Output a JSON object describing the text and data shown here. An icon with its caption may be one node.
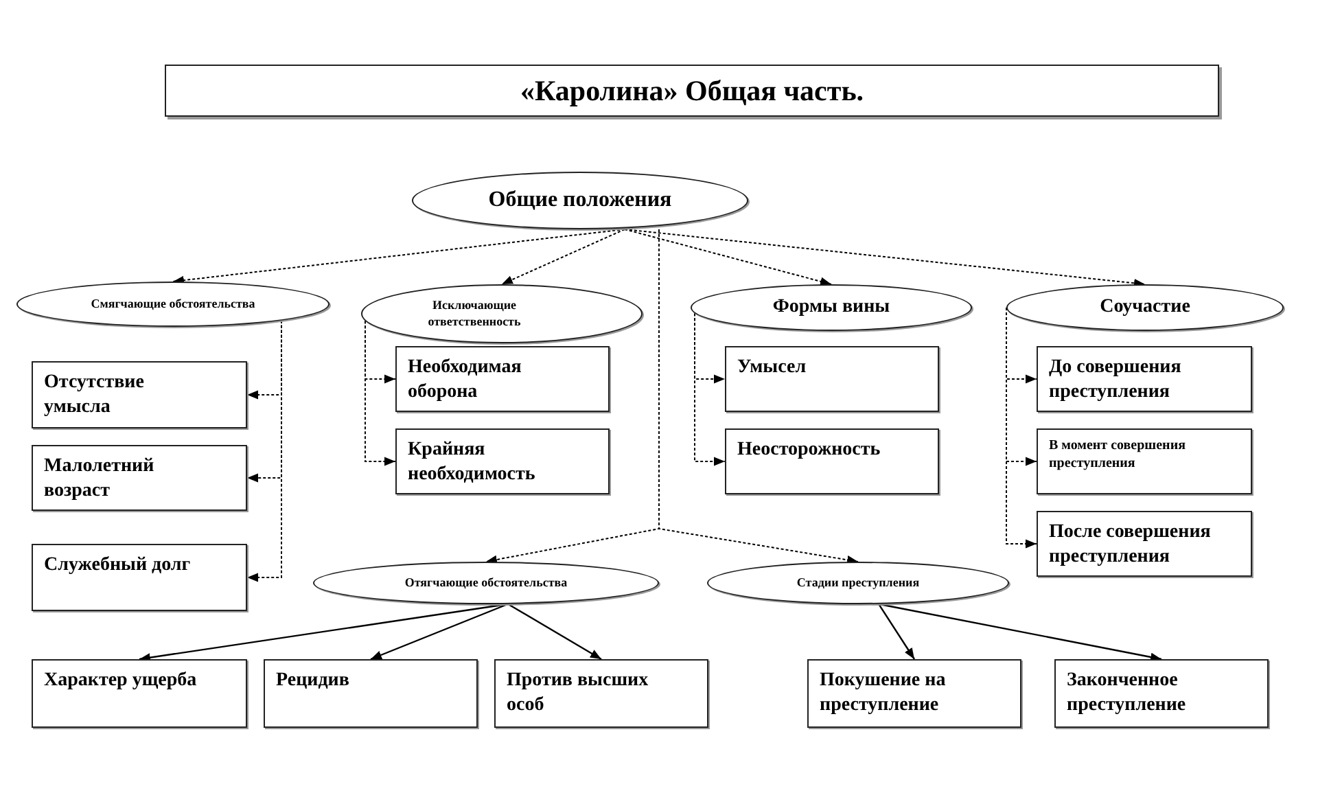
{
  "diagram": {
    "title": "«Каролина» Общая часть.",
    "nodes": [
      {
        "text": [
          "Общие положения"
        ]
      },
      {
        "text": [
          "Смягчающие обстоятельства"
        ]
      },
      {
        "text": [
          "Исключающие ответственность"
        ]
      },
      {
        "text": [
          "Формы вины"
        ]
      },
      {
        "text": [
          "Соучастие"
        ]
      },
      {
        "text": [
          "Отсутствие умысла"
        ]
      },
      {
        "text": [
          "Малолетний возраст"
        ]
      },
      {
        "text": [
          "Служебный долг"
        ]
      },
      {
        "text": [
          "Необходимая оборона"
        ]
      },
      {
        "text": [
          "Крайняя необходимость"
        ]
      },
      {
        "text": [
          "Умысел"
        ]
      },
      {
        "text": [
          "Неосторожность"
        ]
      },
      {
        "text": [
          "До совершения преступления"
        ]
      },
      {
        "text": [
          "В момент совершения преступления"
        ]
      },
      {
        "text": [
          "После совершения преступления"
        ]
      },
      {
        "text": [
          "Отягчающие обстоятельства"
        ]
      },
      {
        "text": [
          "Стадии преступления"
        ]
      },
      {
        "text": [
          "Характер ущерба"
        ]
      },
      {
        "text": [
          "Рецидив"
        ]
      },
      {
        "text": [
          "Против высших особ"
        ]
      },
      {
        "text": [
          "Покушение на преступление"
        ]
      },
      {
        "text": [
          "Законченное преступление"
        ]
      }
    ],
    "edges": [
      {
        "from": 0,
        "to": 1,
        "arrow": "to",
        "style": "dashed"
      },
      {
        "from": 0,
        "to": 2,
        "arrow": "to",
        "style": "dashed"
      },
      {
        "from": 0,
        "to": 3,
        "arrow": "to",
        "style": "dashed"
      },
      {
        "from": 0,
        "to": 4,
        "arrow": "to",
        "style": "dashed"
      },
      {
        "from": 0,
        "to": 15,
        "arrow": "to",
        "style": "dashed"
      },
      {
        "from": 0,
        "to": 16,
        "arrow": "to",
        "style": "dashed"
      },
      {
        "from": 1,
        "to": 5,
        "arrow": "to",
        "style": "dashed"
      },
      {
        "from": 1,
        "to": 6,
        "arrow": "to",
        "style": "dashed"
      },
      {
        "from": 1,
        "to": 7,
        "arrow": "to",
        "style": "dashed"
      },
      {
        "from": 2,
        "to": 8,
        "arrow": "to",
        "style": "dashed"
      },
      {
        "from": 2,
        "to": 9,
        "arrow": "to",
        "style": "dashed"
      },
      {
        "from": 3,
        "to": 10,
        "arrow": "to",
        "style": "dashed"
      },
      {
        "from": 3,
        "to": 11,
        "arrow": "to",
        "style": "dashed"
      },
      {
        "from": 4,
        "to": 12,
        "arrow": "to",
        "style": "dashed"
      },
      {
        "from": 4,
        "to": 13,
        "arrow": "to",
        "style": "dashed"
      },
      {
        "from": 4,
        "to": 14,
        "arrow": "to",
        "style": "dashed"
      },
      {
        "from": 15,
        "to": 17,
        "arrow": "to"
      },
      {
        "from": 15,
        "to": 18,
        "arrow": "to"
      },
      {
        "from": 15,
        "to": 19,
        "arrow": "to"
      },
      {
        "from": 16,
        "to": 20,
        "arrow": "to"
      },
      {
        "from": 16,
        "to": 21,
        "arrow": "to"
      }
    ]
  }
}
